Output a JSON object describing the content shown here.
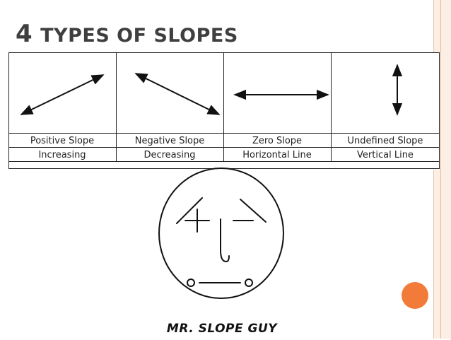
{
  "slide": {
    "title_number": "4",
    "title_text": "TYPES OF SLOPES",
    "accent_color": "#f37b3a",
    "frame_color": "#fbeee4"
  },
  "slopes": [
    {
      "name": "Positive Slope",
      "description": "Increasing",
      "arrow": "diagonal-up-right-arrow"
    },
    {
      "name": "Negative Slope",
      "description": "Decreasing",
      "arrow": "diagonal-down-right-arrow"
    },
    {
      "name": "Zero Slope",
      "description": "Horizontal Line",
      "arrow": "horizontal-arrow"
    },
    {
      "name": "Undefined Slope",
      "description": "Vertical Line",
      "arrow": "vertical-arrow"
    }
  ],
  "drawing": {
    "caption": "MR. SLOPE GUY"
  }
}
